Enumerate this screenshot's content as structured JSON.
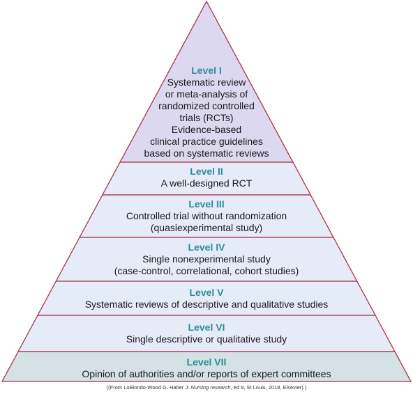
{
  "levels": [
    {
      "title": "Level I",
      "desc": "Systematic review\nor meta-analysis of\nrandomized controlled\ntrials (RCTs)\nEvidence-based\nclinical practice guidelines\nbased on systematic reviews"
    },
    {
      "title": "Level II",
      "desc": "A well-designed RCT"
    },
    {
      "title": "Level III",
      "desc": "Controlled trial without randomization\n(quasiexperimental study)"
    },
    {
      "title": "Level IV",
      "desc": "Single nonexperimental study\n(case-control, correlational, cohort studies)"
    },
    {
      "title": "Level V",
      "desc": "Systematic reviews of descriptive and qualitative studies"
    },
    {
      "title": "Level VI",
      "desc": "Single descriptive or qualitative study"
    },
    {
      "title": "Level VII",
      "desc": "Opinion of authorities and/or reports of expert committees"
    }
  ],
  "caption": {
    "before": "((From LoBiondo-Wood G, Haber J: ",
    "italic": "Nursing research",
    "after": ", ed 9, St Louis, 2018, Elsevier).)"
  },
  "colors": {
    "top_fill": "#dcd8ef",
    "mid_fill": "#e6ebf8",
    "bottom_fill": "#d4e1e5",
    "border": "#a83246",
    "title": "#2a8f97"
  }
}
